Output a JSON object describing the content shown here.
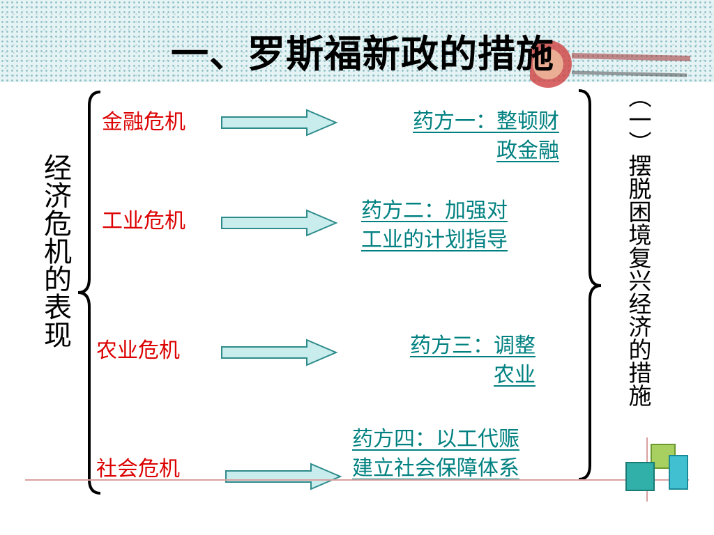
{
  "slide": {
    "title": "一、罗斯福新政的措施",
    "left_heading": "经济危机的表现",
    "right_heading": "（一）摆脱困境复兴经济的措施",
    "crises": [
      {
        "label": "金融危机"
      },
      {
        "label": "工业危机"
      },
      {
        "label": "农业危机"
      },
      {
        "label": "社会危机"
      }
    ],
    "remedies": [
      {
        "line1": "药方一：整顿财",
        "line2": "政金融"
      },
      {
        "line1": "药方二：加强对",
        "line2": "工业的计划指导"
      },
      {
        "line1": "药方三：调整",
        "line2": "农业"
      },
      {
        "line1": "药方四：以工代赈",
        "line2": "建立社会保障体系"
      }
    ]
  },
  "colors": {
    "crisis_text": "#dc0000",
    "remedy_link": "#008080",
    "arrow_fill": "#c9ecec",
    "arrow_stroke": "#2e8b8b",
    "header_band": "#e6f3f4"
  }
}
